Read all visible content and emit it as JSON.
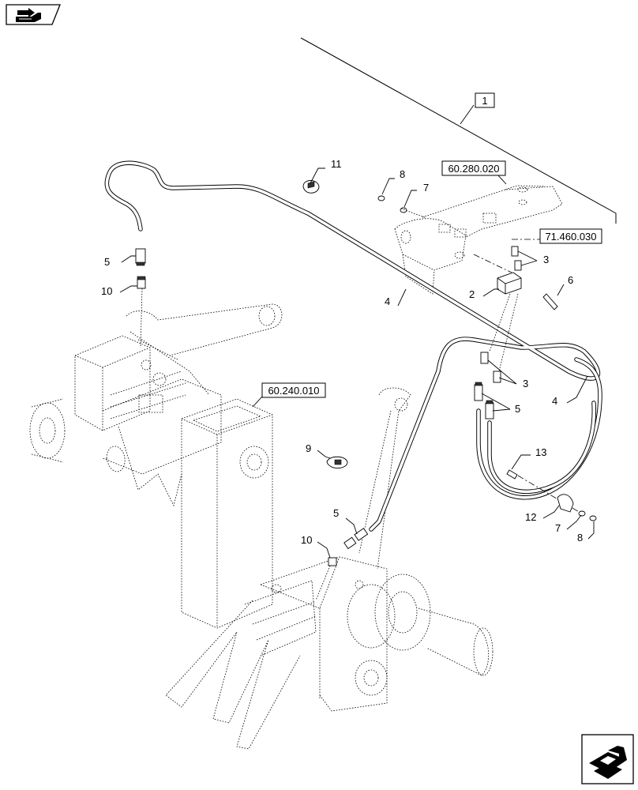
{
  "diagram": {
    "reference_boxes": {
      "assembly": "1",
      "top_ref": "60.280.020",
      "right_ref": "71.460.030",
      "mid_ref": "60.240.010"
    },
    "callouts": {
      "c1": "11",
      "c2": "8",
      "c3": "7",
      "c4": "5",
      "c5": "10",
      "c6": "4",
      "c7": "3",
      "c8": "2",
      "c9": "6",
      "c10": "3",
      "c11": "5",
      "c12": "4",
      "c13": "9",
      "c14": "13",
      "c15": "12",
      "c16": "7",
      "c17": "8",
      "c18": "5",
      "c19": "10"
    },
    "icons": {
      "top_left": "book-navigation-icon",
      "bottom_right": "next-page-arrow-icon"
    }
  }
}
